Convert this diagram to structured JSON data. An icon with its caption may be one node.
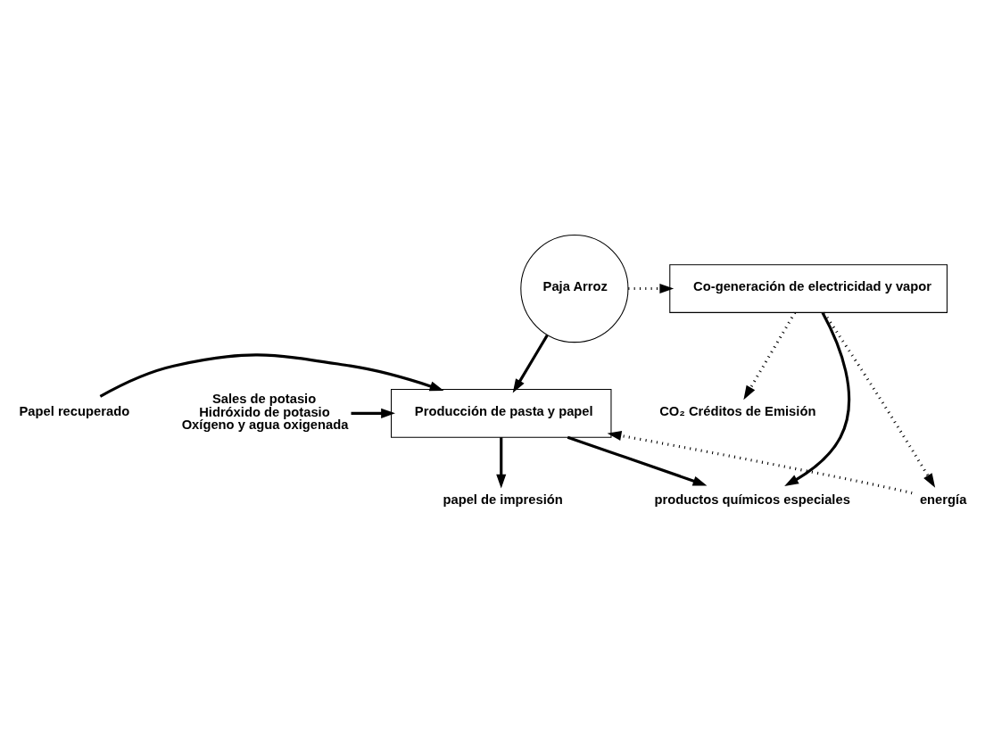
{
  "diagram": {
    "nodes": [
      {
        "text": [
          "Paja Arroz"
        ]
      },
      {
        "text": [
          "Co-generación de electricidad y vapor"
        ]
      },
      {
        "text": [
          "Producción de pasta y papel"
        ]
      },
      {
        "text": [
          "CO₂ Créditos de Emisión"
        ]
      },
      {
        "text": [
          "energía"
        ]
      },
      {
        "text": [
          "productos químicos especiales"
        ]
      },
      {
        "text": [
          "Papel recuperado"
        ]
      },
      {
        "text": [
          "Sales de potasio",
          "Hidróxido de potasio",
          "Oxígeno y agua oxigenada"
        ]
      },
      {
        "text": [
          "papel de impresión"
        ]
      }
    ],
    "edges": [
      {
        "from": 0,
        "to": 1,
        "arrow": "to",
        "style": "dashed"
      },
      {
        "from": 1,
        "to": 3,
        "arrow": "to",
        "style": "dashed"
      },
      {
        "from": 1,
        "to": 4,
        "arrow": "to",
        "style": "dashed"
      },
      {
        "from": 4,
        "to": 2,
        "arrow": "to",
        "style": "dashed"
      },
      {
        "from": 1,
        "to": 5,
        "arrow": "to"
      },
      {
        "from": 2,
        "to": 5,
        "arrow": "to"
      },
      {
        "from": 0,
        "to": 2,
        "arrow": "to"
      },
      {
        "from": 6,
        "to": 2,
        "arrow": "to"
      },
      {
        "from": 7,
        "to": 2,
        "arrow": "to"
      },
      {
        "from": 2,
        "to": 8,
        "arrow": "to"
      }
    ]
  }
}
